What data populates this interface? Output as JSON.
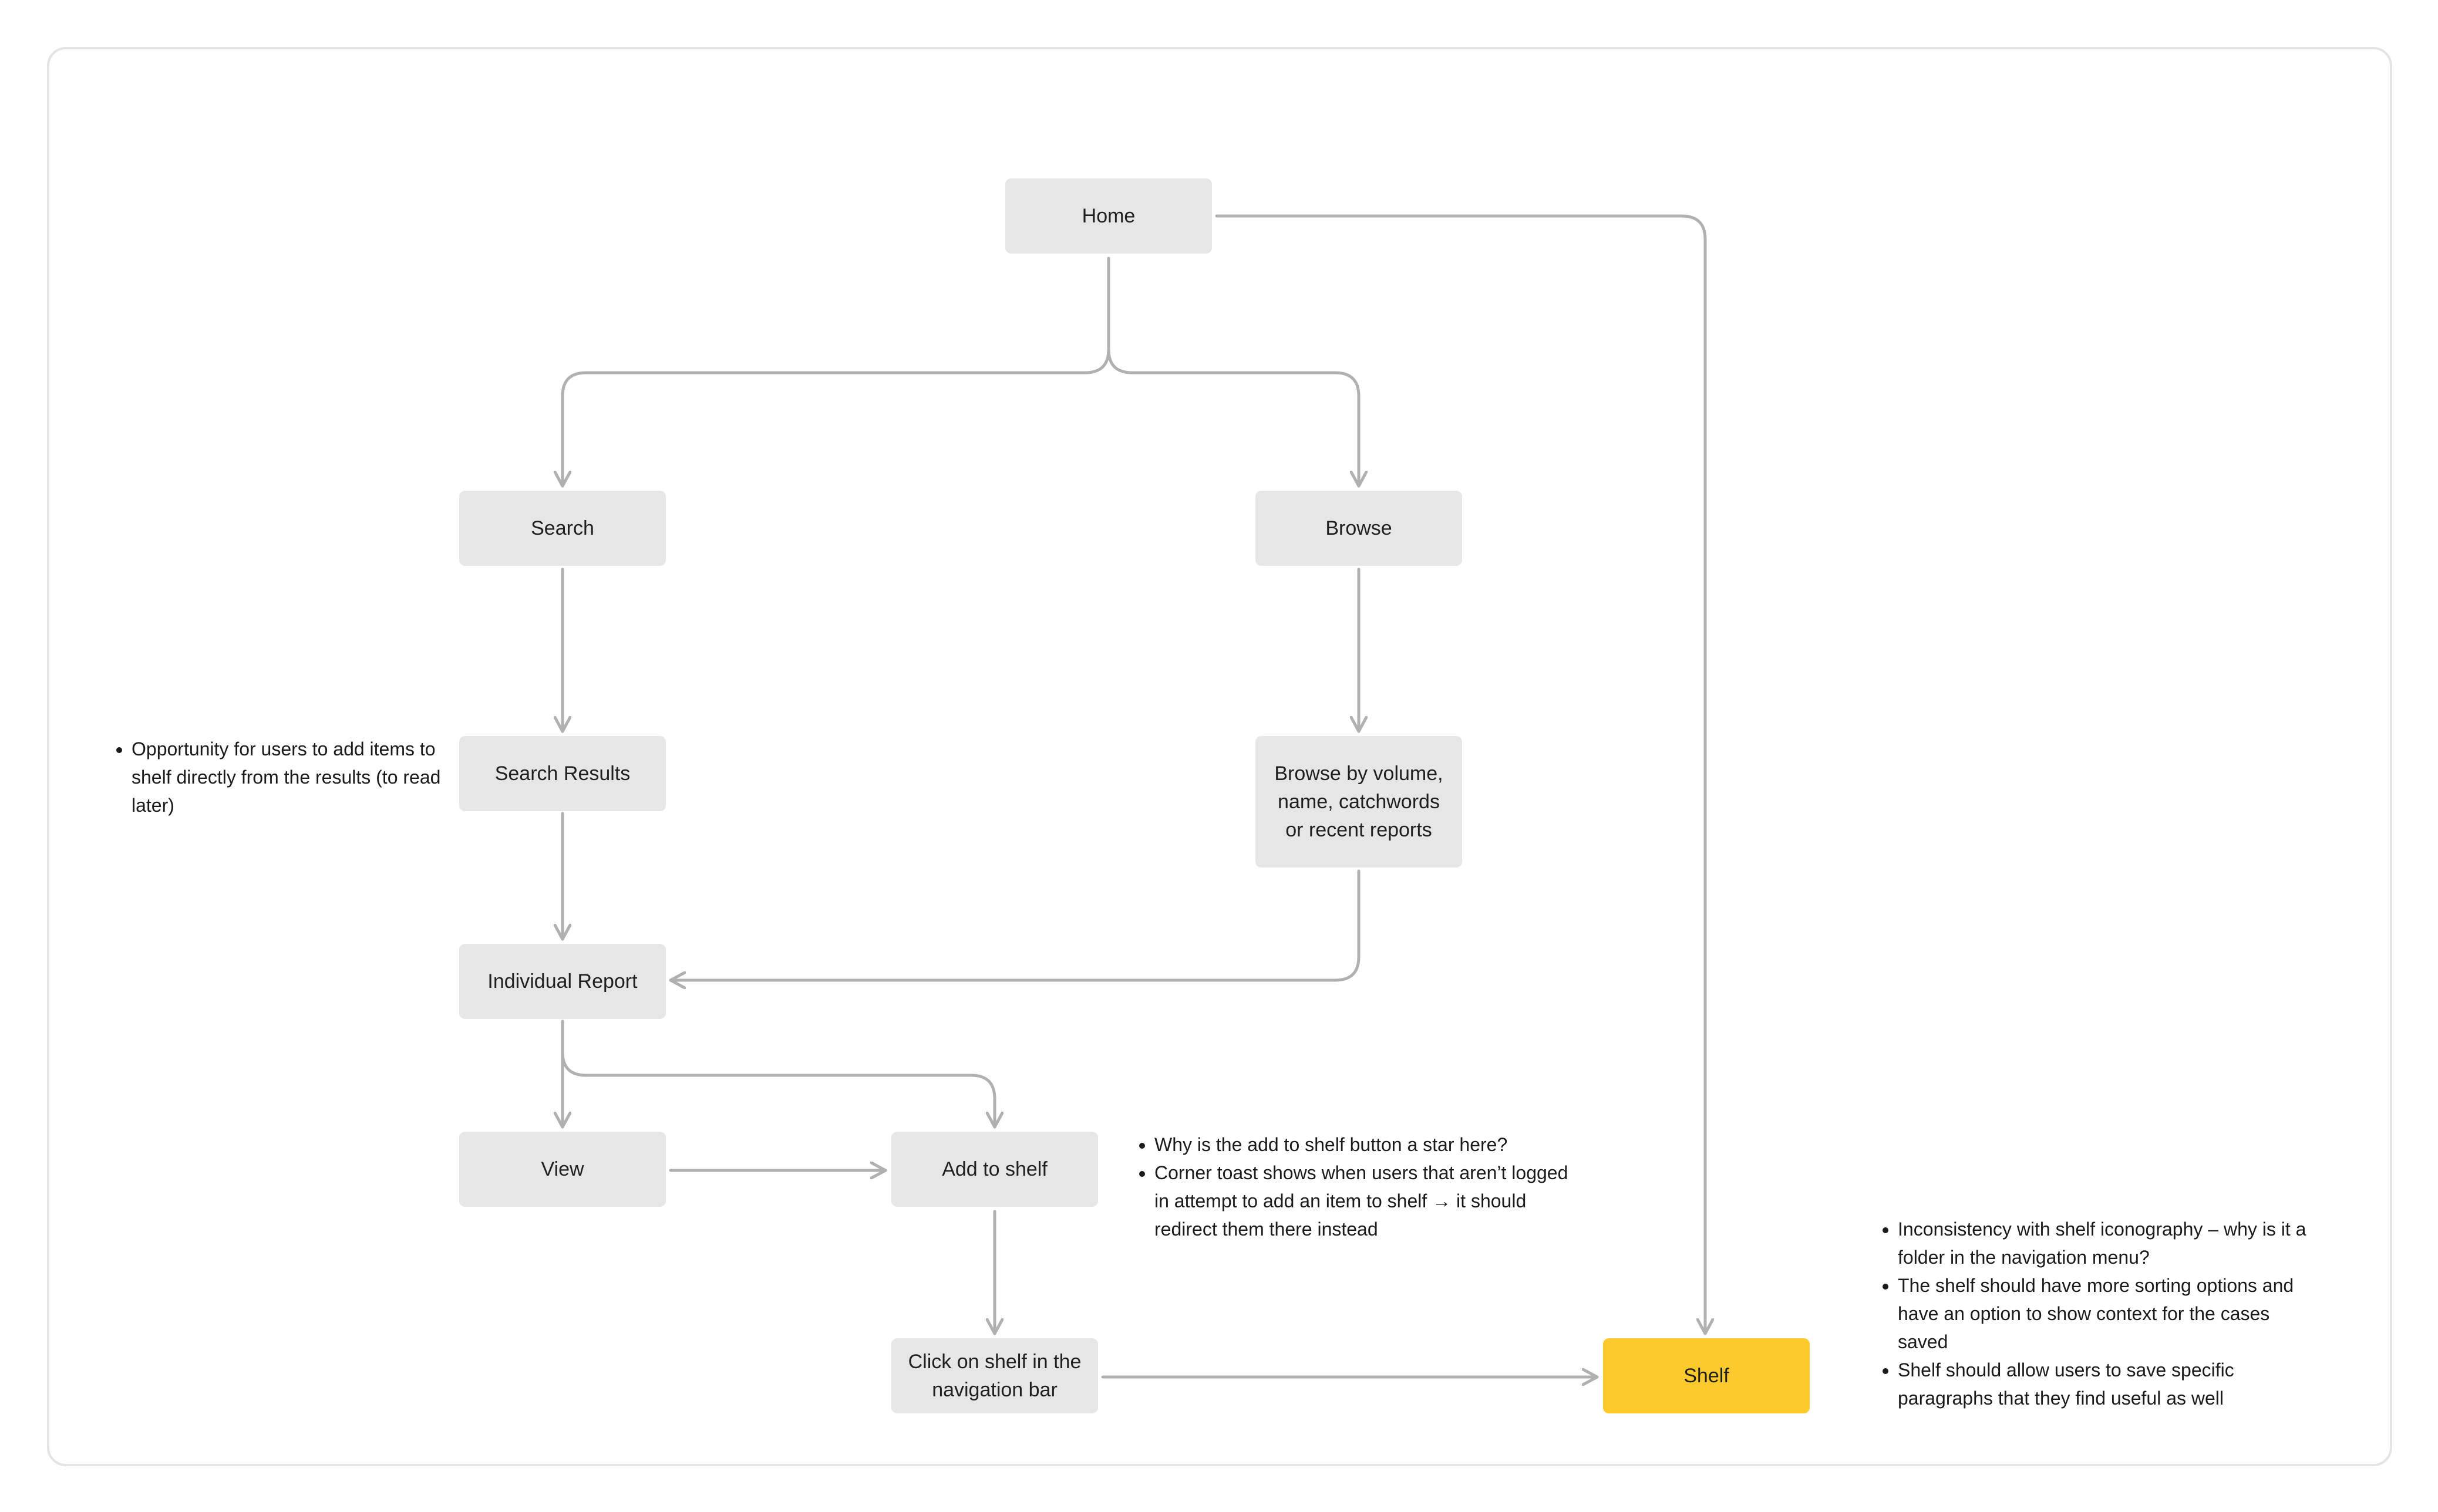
{
  "nodes": {
    "home": "Home",
    "search": "Search",
    "browse": "Browse",
    "search_results": "Search Results",
    "browse_by": "Browse by volume, name, catchwords or recent reports",
    "individual_report": "Individual Report",
    "view": "View",
    "add_to_shelf": "Add to shelf",
    "click_on_shelf": "Click on shelf in the navigation bar",
    "shelf": "Shelf"
  },
  "notes": {
    "search_results": [
      "Opportunity for users to add items to shelf directly from the results (to read later)"
    ],
    "add_to_shelf": [
      "Why is the add to shelf button a star here?",
      "Corner toast shows when users that aren’t logged in attempt to add an item to shelf → it should redirect them there instead"
    ],
    "shelf": [
      "Inconsistency with shelf iconography – why is it a folder in the navigation menu?",
      "The shelf should have more sorting options and have an option to show context for the cases saved",
      "Shelf should allow users to save specific paragraphs that they find useful as well"
    ]
  },
  "colors": {
    "node_fill": "#e6e6e6",
    "shelf_fill": "#fcca2c",
    "connector": "#b0b0b0",
    "frame_border": "#e4e4e4"
  }
}
